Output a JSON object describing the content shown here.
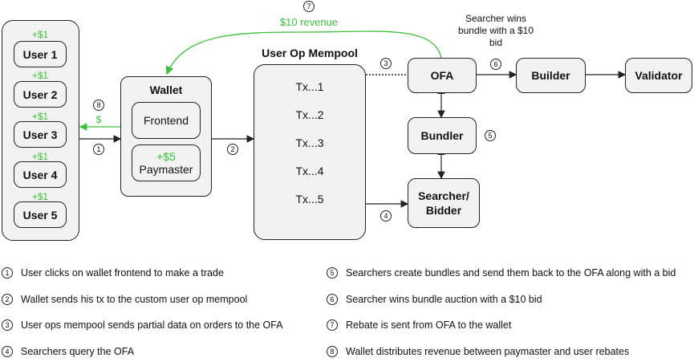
{
  "users": [
    {
      "label": "User 1",
      "reward": "+$1"
    },
    {
      "label": "User 2",
      "reward": "+$1"
    },
    {
      "label": "User 3",
      "reward": "+$1"
    },
    {
      "label": "User 4",
      "reward": "+$1"
    },
    {
      "label": "User 5",
      "reward": "+$1"
    }
  ],
  "wallet": {
    "title": "Wallet",
    "frontend": "Frontend",
    "paymaster_reward": "+$5",
    "paymaster": "Paymaster",
    "dollar": "$"
  },
  "mempool": {
    "title": "User Op Mempool",
    "txs": [
      "Tx...1",
      "Tx...2",
      "Tx...3",
      "Tx...4",
      "Tx...5"
    ]
  },
  "nodes": {
    "ofa": "OFA",
    "builder": "Builder",
    "validator": "Validator",
    "bundler": "Bundler",
    "searcher": "Searcher/ Bidder"
  },
  "annotations": {
    "revenue": "$10 revenue",
    "searcher_wins": "Searcher wins bundle with a $10 bid"
  },
  "step_markers": {
    "s1": "1",
    "s2": "2",
    "s3": "3",
    "s4": "4",
    "s5": "5",
    "s6": "6",
    "s7": "7",
    "s8": "8"
  },
  "legend": [
    {
      "num": "1",
      "text": "User clicks on wallet frontend to make a trade"
    },
    {
      "num": "2",
      "text": "Wallet sends his tx to the custom user op mempool"
    },
    {
      "num": "3",
      "text": "User ops mempool sends partial data on orders to the OFA"
    },
    {
      "num": "4",
      "text": "Searchers query the OFA"
    },
    {
      "num": "5",
      "text": "Searchers create bundles and send them back to the OFA along with a bid"
    },
    {
      "num": "6",
      "text": "Searcher wins bundle auction with a $10 bid"
    },
    {
      "num": "7",
      "text": "Rebate is sent from OFA to the wallet"
    },
    {
      "num": "8",
      "text": "Wallet distributes revenue between paymaster and user rebates"
    }
  ],
  "colors": {
    "accent_green": "#3cc13c",
    "box_fill": "#f2f2f2",
    "stroke": "#222222"
  }
}
